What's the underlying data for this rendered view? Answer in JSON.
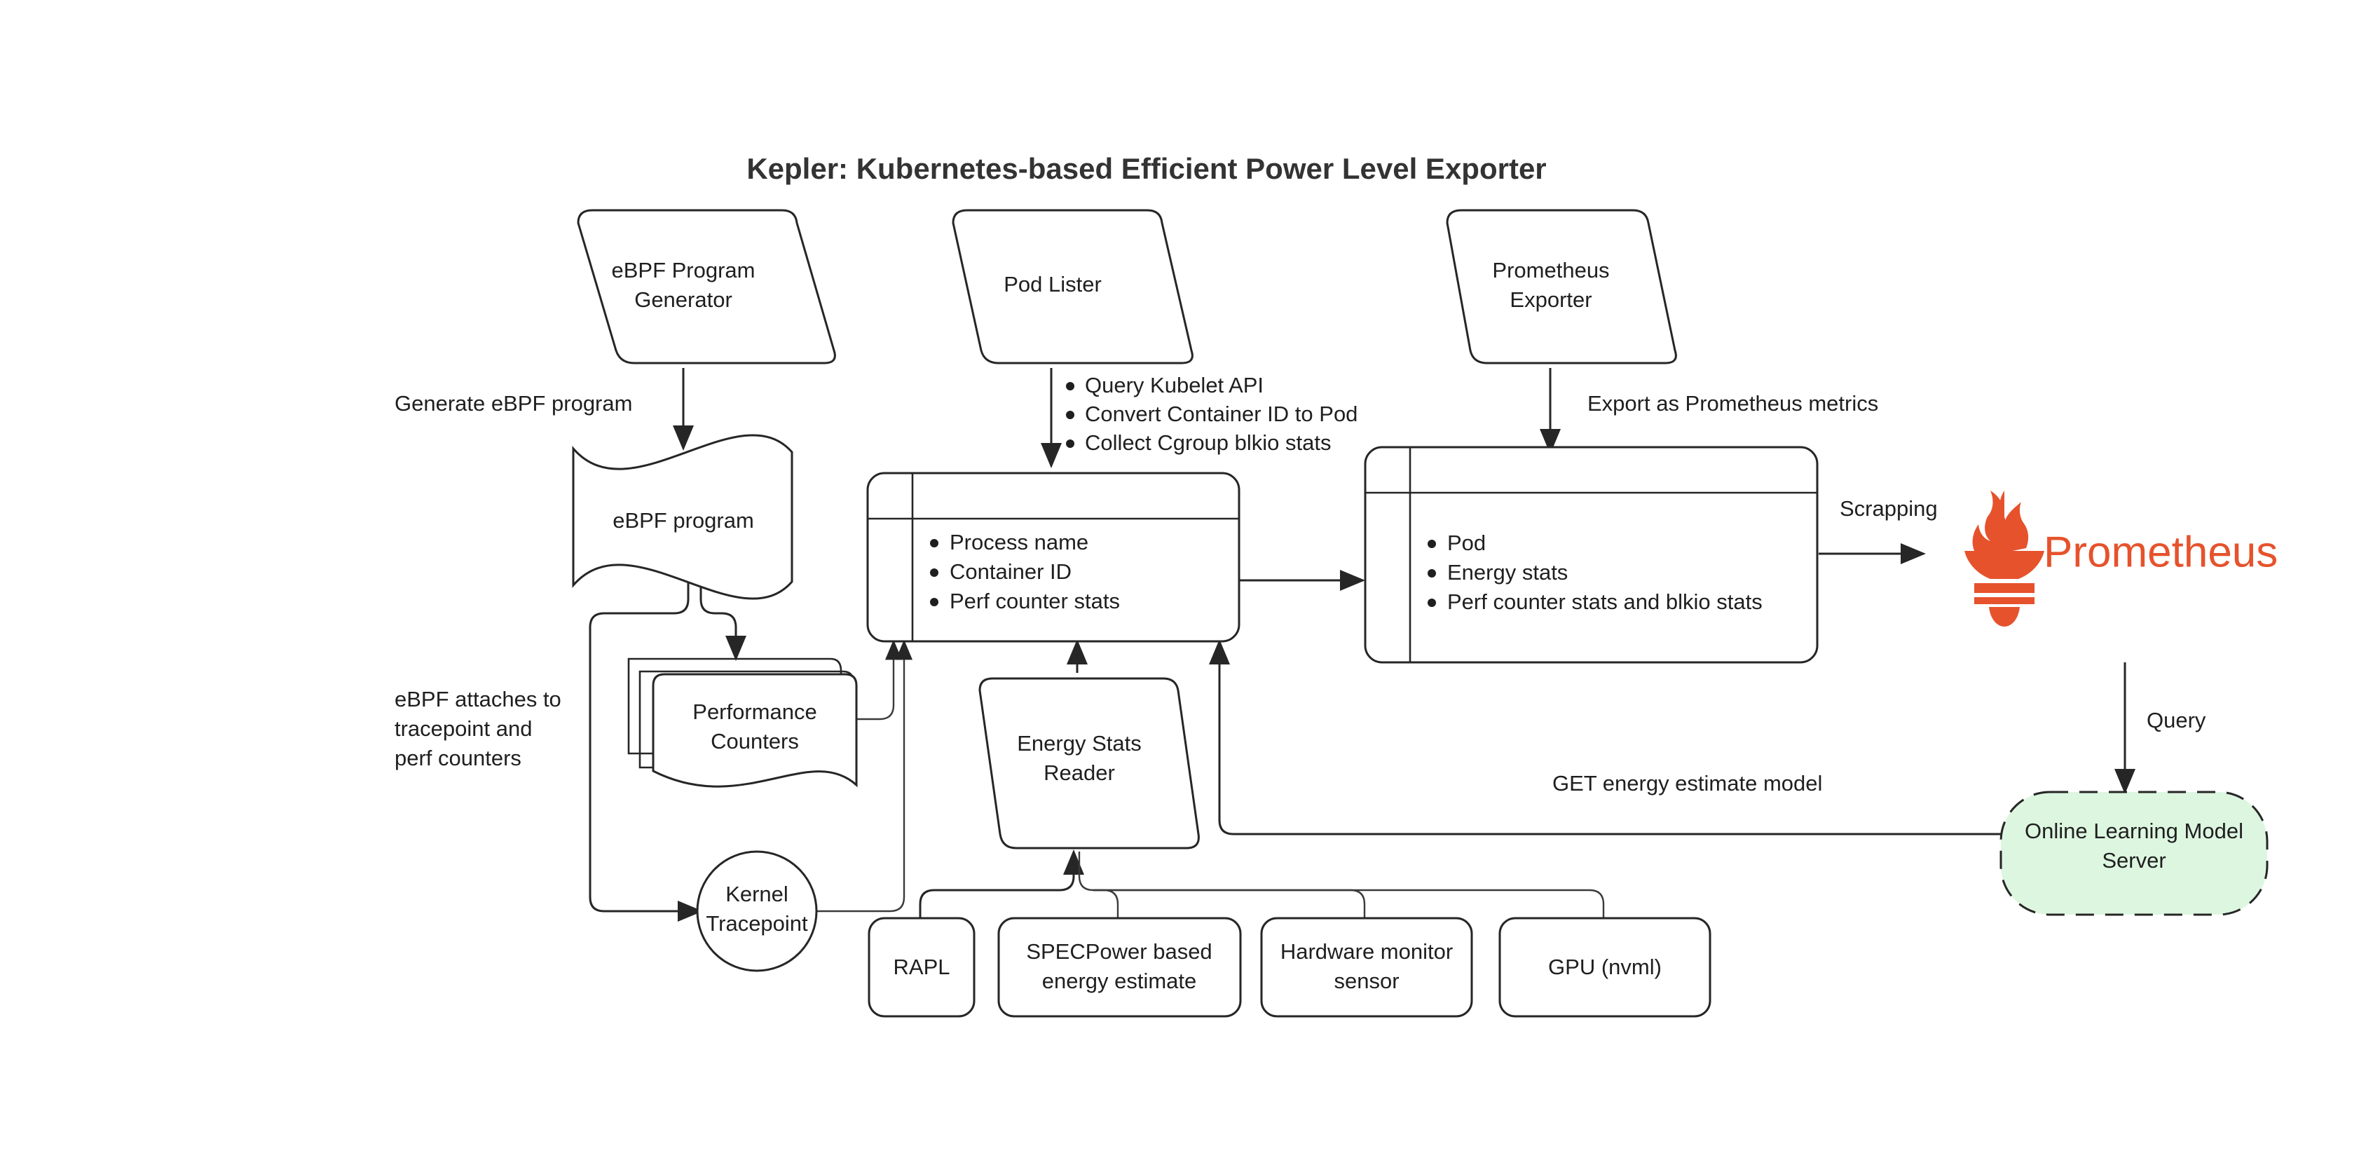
{
  "title": "Kepler: Kubernetes-based Efficient Power Level Exporter",
  "colors": {
    "stroke": "#262626",
    "background": "#ffffff",
    "prometheus_orange": "#e6522c",
    "model_server_fill": "#ddf6e0",
    "title_text": "#333333"
  },
  "nodes": {
    "ebpf_program_generator": {
      "label_line1": "eBPF Program",
      "label_line2": "Generator",
      "shape": "inverted-trapezoid"
    },
    "pod_lister": {
      "label": "Pod Lister",
      "shape": "inverted-trapezoid"
    },
    "prometheus_exporter": {
      "label_line1": "Prometheus",
      "label_line2": "Exporter",
      "shape": "inverted-trapezoid"
    },
    "ebpf_program": {
      "label": "eBPF program",
      "shape": "wave-document"
    },
    "performance_counters": {
      "label_line1": "Performance",
      "label_line2": "Counters",
      "shape": "stacked-document"
    },
    "kernel_tracepoint": {
      "label_line1": "Kernel",
      "label_line2": "Tracepoint",
      "shape": "circle"
    },
    "energy_stats_reader": {
      "label_line1": "Energy Stats",
      "label_line2": "Reader",
      "shape": "inverted-trapezoid"
    },
    "process_table": {
      "shape": "table",
      "items": [
        "Process name",
        "Container ID",
        "Perf counter stats"
      ]
    },
    "pod_table": {
      "shape": "table",
      "items": [
        "Pod",
        "Energy stats",
        "Perf counter stats and blkio stats"
      ]
    },
    "rapl": {
      "label": "RAPL",
      "shape": "rounded-rect"
    },
    "specpower": {
      "label_line1": "SPECPower based",
      "label_line2": "energy estimate",
      "shape": "rounded-rect"
    },
    "hardware_monitor": {
      "label_line1": "Hardware monitor",
      "label_line2": "sensor",
      "shape": "rounded-rect"
    },
    "gpu_nvml": {
      "label": "GPU (nvml)",
      "shape": "rounded-rect"
    },
    "model_server": {
      "label_line1": "Online Learning Model",
      "label_line2": "Server",
      "shape": "dashed-rounded-rect"
    },
    "prometheus_logo": {
      "label": "Prometheus",
      "icon": "prometheus-torch-icon"
    }
  },
  "edge_labels": {
    "generate_ebpf": "Generate eBPF program",
    "ebpf_attaches": [
      "eBPF attaches to",
      "tracepoint and",
      "perf counters"
    ],
    "pod_lister_notes": [
      "Query Kubelet API",
      "Convert Container ID to Pod",
      "Collect Cgroup blkio stats"
    ],
    "export_metrics": "Export as Prometheus metrics",
    "scrapping": "Scrapping",
    "query": "Query",
    "get_model": "GET energy estimate model"
  }
}
